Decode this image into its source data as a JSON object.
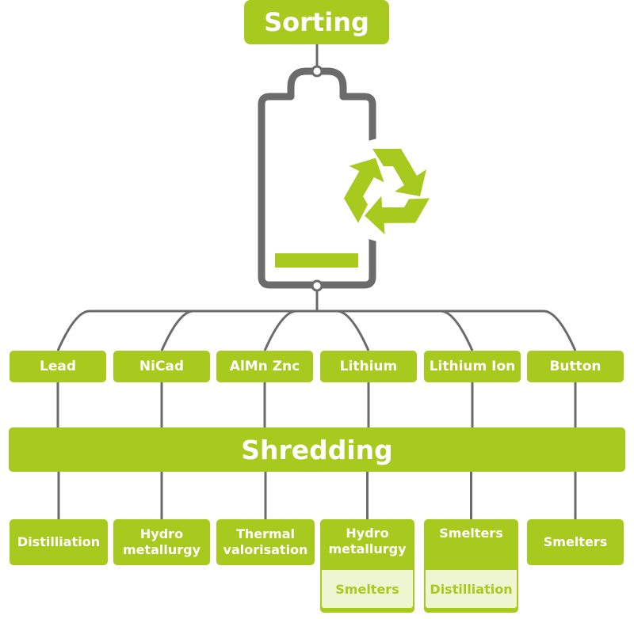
{
  "sorting": {
    "label": "Sorting"
  },
  "battery_types": [
    "Lead",
    "NiCad",
    "AlMn Znc",
    "Lithium",
    "Lithium Ion",
    "Button"
  ],
  "shredding": {
    "label": "Shredding"
  },
  "processes": [
    {
      "label": "Distilliation"
    },
    {
      "label": "Hydro\nmetallurgy"
    },
    {
      "label": "Thermal\nvalorisation"
    },
    {
      "label": "Hydro\nmetallurgy",
      "sub": "Smelters"
    },
    {
      "label": "Smelters",
      "sub": "Distilliation"
    },
    {
      "label": "Smelters"
    }
  ],
  "icons": [
    "battery-icon",
    "recycle-icon"
  ],
  "colors": {
    "accent": "#a8c91e",
    "line": "#6b6b6b",
    "sub_bg": "#eef5d1"
  }
}
